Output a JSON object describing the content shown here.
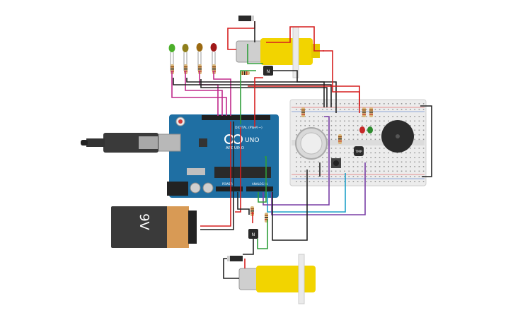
{
  "arduino": {
    "brand": "ARDUINO",
    "model": "UNO",
    "digital_label": "DIGITAL (PWM ~)",
    "analog_label": "ANALOG IN",
    "power_label": "POWER"
  },
  "battery": {
    "label": "9V"
  },
  "transistors": {
    "label": "N"
  },
  "temp_sensor": {
    "label": "TMP"
  },
  "colors": {
    "board": "#1f6fa3",
    "motor": "#f2d400",
    "wire_red": "#d61f1f",
    "wire_black": "#222222",
    "wire_green": "#2f9e3a",
    "wire_magenta": "#c0288a",
    "wire_purple": "#7a3fa6",
    "wire_cyan": "#1ea0c8",
    "breadboard": "#e9e9e9",
    "battery_orange": "#d89a55"
  },
  "leds": [
    "green",
    "olive",
    "orange",
    "red"
  ]
}
